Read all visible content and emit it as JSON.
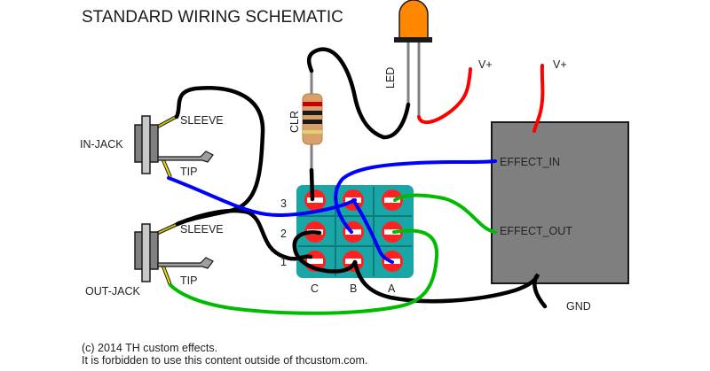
{
  "title": "STANDARD WIRING SCHEMATIC",
  "colors": {
    "hot_wire": "#0000ff",
    "out_wire": "#00bb00",
    "ground_wire": "#000000",
    "power_wire": "#ff0000",
    "led_body": "#ff8800",
    "switch_body": "#1aa6a6",
    "lug": "#ff2020",
    "effect_box": "#7f7f7f",
    "jack_lug": "#f0e000"
  },
  "in_jack": {
    "label": "IN-JACK",
    "sleeve": "SLEEVE",
    "tip": "TIP"
  },
  "out_jack": {
    "label": "OUT-JACK",
    "sleeve": "SLEEVE",
    "tip": "TIP"
  },
  "resistor": {
    "label": "CLR"
  },
  "led": {
    "label": "LED"
  },
  "power": [
    {
      "label": "V+"
    },
    {
      "label": "V+"
    }
  ],
  "switch": {
    "rows": [
      "3",
      "2",
      "1"
    ],
    "columns": [
      "C",
      "B",
      "A"
    ]
  },
  "effect": {
    "in_label": "EFFECT_IN",
    "out_label": "EFFECT_OUT",
    "gnd_label": "GND"
  },
  "footer": {
    "line1": "(c) 2014 TH custom effects.",
    "line2": "It is forbidden to use this content outside of thcustom.com."
  }
}
